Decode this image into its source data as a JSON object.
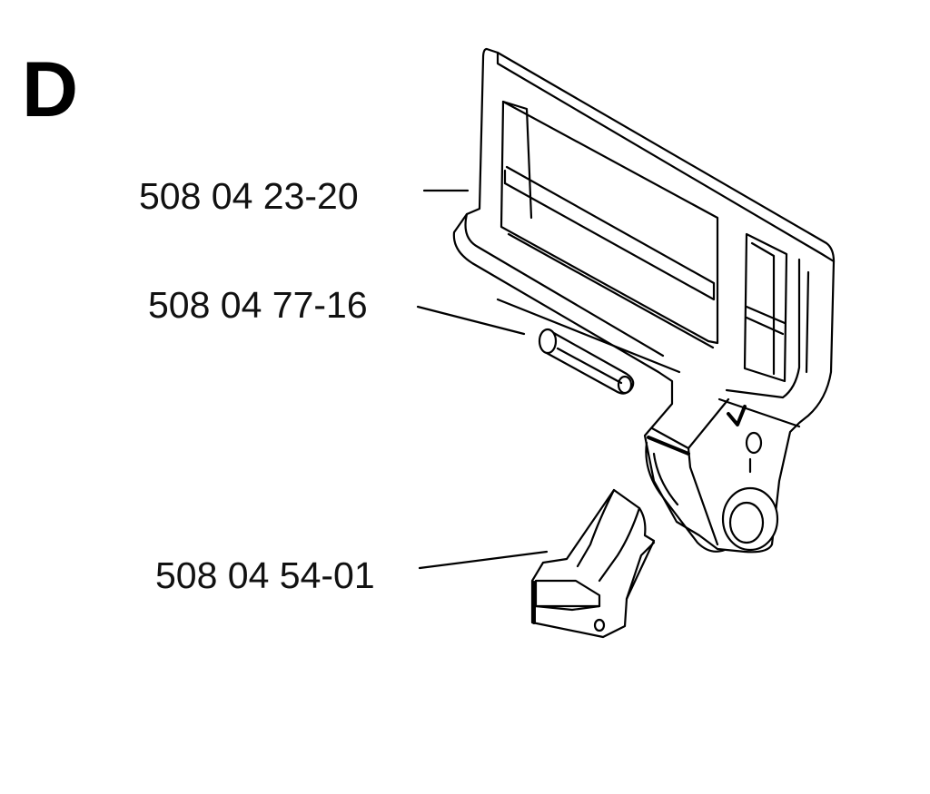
{
  "diagram": {
    "section_letter": "D",
    "parts": [
      {
        "part_number": "508 04 23-20"
      },
      {
        "part_number": "508 04 77-16"
      },
      {
        "part_number": "508 04 54-01"
      }
    ]
  }
}
